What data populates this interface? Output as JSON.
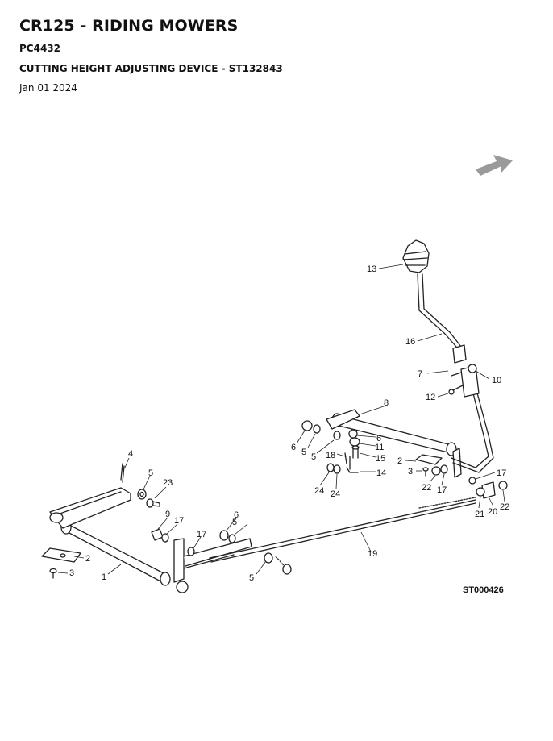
{
  "header": {
    "title": "CR125 - RIDING MOWERS",
    "code": "PC4432",
    "subtitle": "CUTTING HEIGHT ADJUSTING DEVICE - ST132843",
    "date": "Jan 01 2024"
  },
  "diagram": {
    "reference": "ST000426",
    "arrow_icon": "direction-arrow-icon",
    "callouts": [
      "1",
      "2",
      "3",
      "4",
      "5",
      "5",
      "5",
      "5",
      "5",
      "6",
      "6",
      "6",
      "7",
      "8",
      "9",
      "10",
      "11",
      "12",
      "13",
      "14",
      "15",
      "16",
      "17",
      "17",
      "17",
      "17",
      "18",
      "19",
      "2",
      "3",
      "20",
      "21",
      "22",
      "22",
      "23",
      "24",
      "24"
    ]
  }
}
